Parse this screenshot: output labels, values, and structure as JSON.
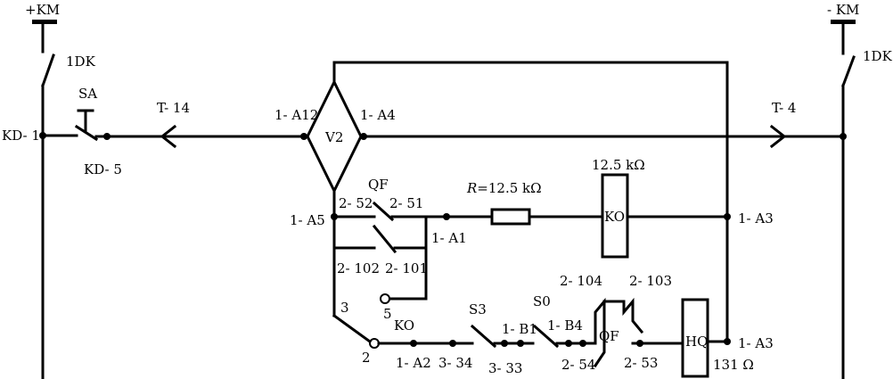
{
  "labels": {
    "plus_km": "+KM",
    "minus_km": "- KM",
    "dk_left": "1DK",
    "dk_right": "1DK",
    "sa": "SA",
    "kd1": "KD- 1",
    "kd5": "KD- 5",
    "t14": "T- 14",
    "t4": "T- 4",
    "a12": "1- A12",
    "a4": "1- A4",
    "v2": "V2",
    "a5": "1- A5",
    "qf_top": "QF",
    "n252": "2- 52",
    "n251": "2- 51",
    "a1": "1- A1",
    "r_prefix": "R",
    "r_value": "=12.5 kΩ",
    "ko_value": "12.5 kΩ",
    "ko_coil": "KO",
    "a3_top": "1- A3",
    "n2102": "2- 102",
    "n2101": "2- 101",
    "n3": "3",
    "n5": "5",
    "ko_contact": "KO",
    "n2": "2",
    "a2": "1- A2",
    "n334": "3- 34",
    "s3": "S3",
    "b1": "1- B1",
    "n333": "3- 33",
    "s0": "S0",
    "b4": "1- B4",
    "n2104": "2- 104",
    "n2103": "2- 103",
    "qf_bottom": "QF",
    "hq": "HQ",
    "a3_bottom": "1- A3",
    "n254": "2- 54",
    "n253": "2- 53",
    "hq_value": "131 Ω"
  }
}
